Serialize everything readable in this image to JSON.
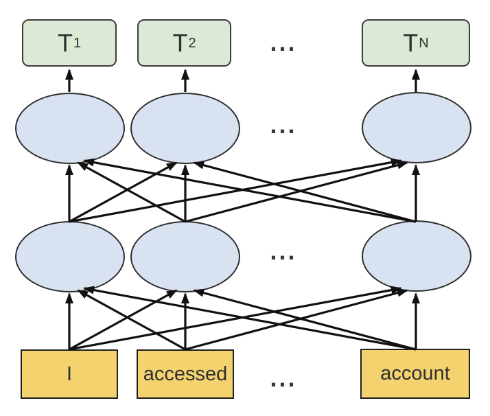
{
  "diagram": {
    "output_tokens": [
      {
        "base": "T",
        "sub": "1"
      },
      {
        "base": "T",
        "sub": "2"
      },
      {
        "base": "T",
        "sub": "N"
      }
    ],
    "input_tokens": [
      "I",
      "accessed",
      "account"
    ],
    "ellipsis": "...",
    "colors": {
      "output-box-fill": "#dce9d5",
      "output-box-border": "#3d3d3d",
      "hidden-node-fill": "#d9e2f0",
      "hidden-node-border": "#2e2e2e",
      "input-box-fill": "#f4d36e",
      "input-box-border": "#1f1f1f",
      "arrow": "#111111",
      "text": "#2f2f2f"
    }
  }
}
